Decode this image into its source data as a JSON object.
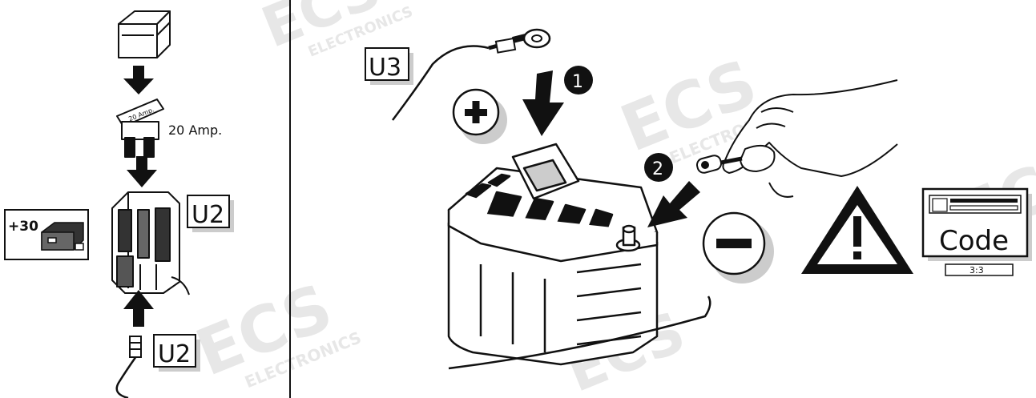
{
  "watermark": {
    "brand": "ECS",
    "sub": "ELECTRONICS"
  },
  "left_panel": {
    "fuse_label": "20 Amp.",
    "fuse_text": "20 Amp.",
    "holder_label": "U2",
    "plug_label": "U2",
    "relay_label": "+30"
  },
  "right_panel": {
    "cable_label": "U3",
    "step1": "1",
    "step2": "2",
    "code_label": "Code",
    "code_page": "3:3"
  },
  "colors": {
    "ink": "#111111",
    "shadow": "#c8c8c8",
    "watermark": "#e7e7e7"
  }
}
